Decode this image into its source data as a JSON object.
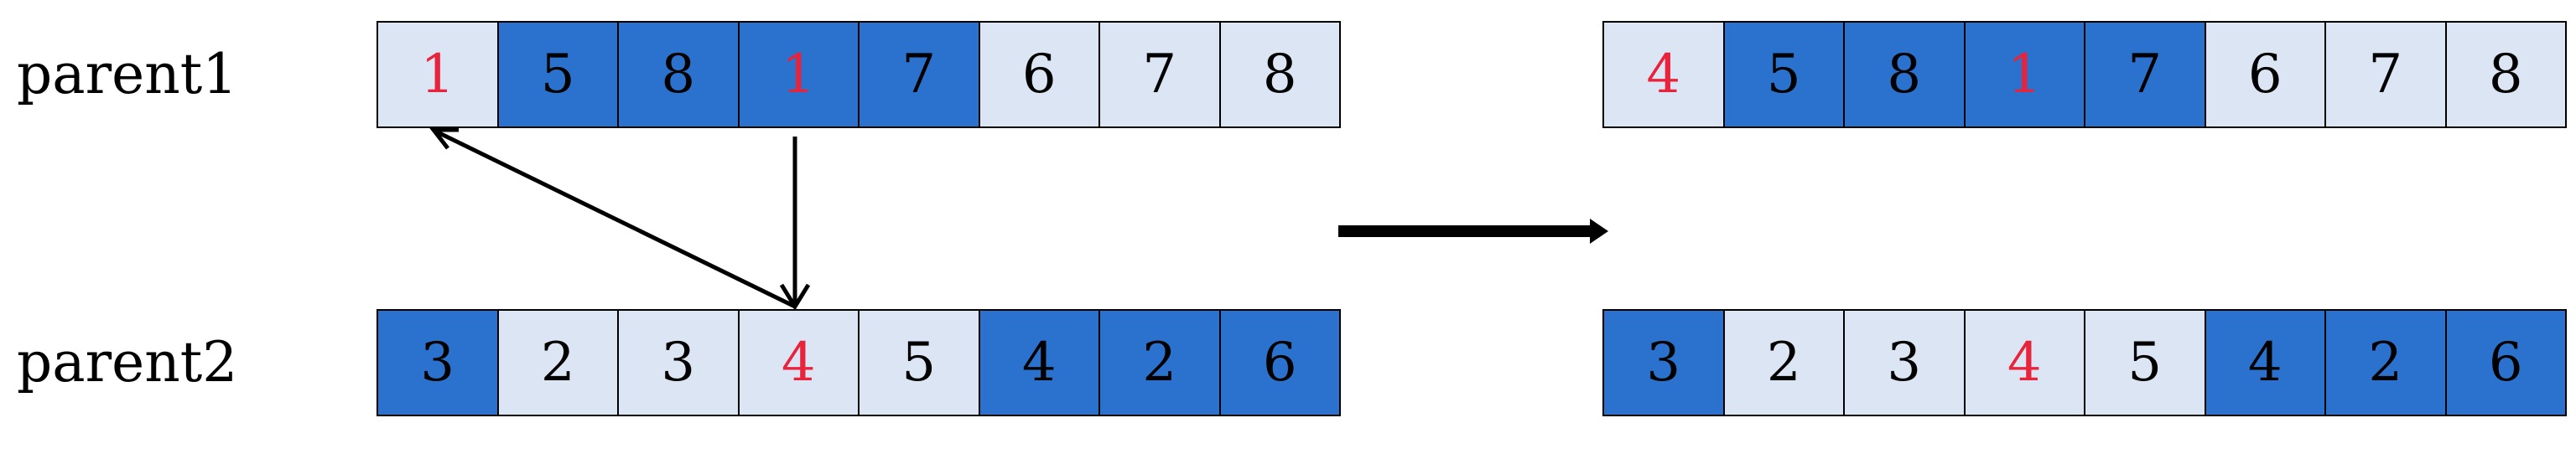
{
  "colors": {
    "light_cell": "#dbe5f4",
    "dark_cell": "#2a72cd",
    "text": "#000000",
    "highlight_text": "#e8243d"
  },
  "labels": {
    "parent1": "parent1",
    "parent2": "parent2"
  },
  "before": {
    "parent1": [
      {
        "value": "1",
        "shade": "light",
        "highlight": true
      },
      {
        "value": "5",
        "shade": "dark",
        "highlight": false
      },
      {
        "value": "8",
        "shade": "dark",
        "highlight": false
      },
      {
        "value": "1",
        "shade": "dark",
        "highlight": true
      },
      {
        "value": "7",
        "shade": "dark",
        "highlight": false
      },
      {
        "value": "6",
        "shade": "light",
        "highlight": false
      },
      {
        "value": "7",
        "shade": "light",
        "highlight": false
      },
      {
        "value": "8",
        "shade": "light",
        "highlight": false
      }
    ],
    "parent2": [
      {
        "value": "3",
        "shade": "dark",
        "highlight": false
      },
      {
        "value": "2",
        "shade": "light",
        "highlight": false
      },
      {
        "value": "3",
        "shade": "light",
        "highlight": false
      },
      {
        "value": "4",
        "shade": "light",
        "highlight": true
      },
      {
        "value": "5",
        "shade": "light",
        "highlight": false
      },
      {
        "value": "4",
        "shade": "dark",
        "highlight": false
      },
      {
        "value": "2",
        "shade": "dark",
        "highlight": false
      },
      {
        "value": "6",
        "shade": "dark",
        "highlight": false
      }
    ]
  },
  "after": {
    "parent1": [
      {
        "value": "4",
        "shade": "light",
        "highlight": true
      },
      {
        "value": "5",
        "shade": "dark",
        "highlight": false
      },
      {
        "value": "8",
        "shade": "dark",
        "highlight": false
      },
      {
        "value": "1",
        "shade": "dark",
        "highlight": true
      },
      {
        "value": "7",
        "shade": "dark",
        "highlight": false
      },
      {
        "value": "6",
        "shade": "light",
        "highlight": false
      },
      {
        "value": "7",
        "shade": "light",
        "highlight": false
      },
      {
        "value": "8",
        "shade": "light",
        "highlight": false
      }
    ],
    "parent2": [
      {
        "value": "3",
        "shade": "dark",
        "highlight": false
      },
      {
        "value": "2",
        "shade": "light",
        "highlight": false
      },
      {
        "value": "3",
        "shade": "light",
        "highlight": false
      },
      {
        "value": "4",
        "shade": "light",
        "highlight": true
      },
      {
        "value": "5",
        "shade": "light",
        "highlight": false
      },
      {
        "value": "4",
        "shade": "dark",
        "highlight": false
      },
      {
        "value": "2",
        "shade": "dark",
        "highlight": false
      },
      {
        "value": "6",
        "shade": "dark",
        "highlight": false
      }
    ]
  }
}
